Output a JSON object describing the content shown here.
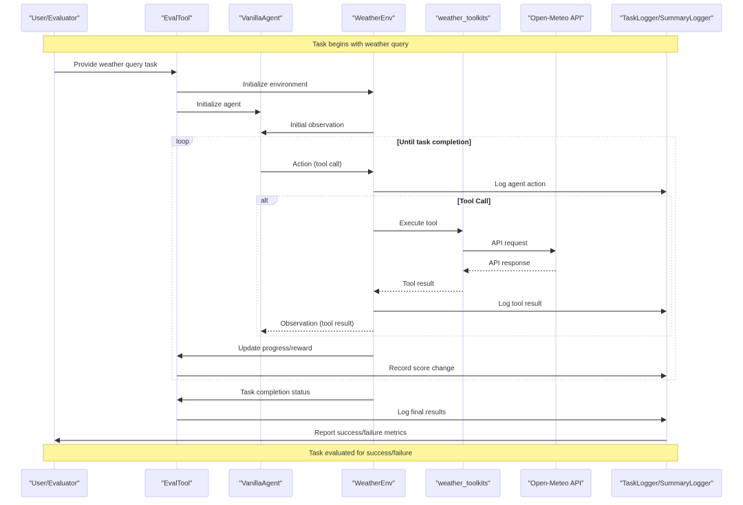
{
  "diagram": {
    "actors": [
      {
        "id": "user",
        "label": "\"User/Evaluator\""
      },
      {
        "id": "evaltool",
        "label": "\"EvalTool\""
      },
      {
        "id": "agent",
        "label": "\"VanillaAgent\""
      },
      {
        "id": "env",
        "label": "\"WeatherEnv\""
      },
      {
        "id": "toolkits",
        "label": "\"weather_toolkits\""
      },
      {
        "id": "api",
        "label": "\"Open-Meteo API\""
      },
      {
        "id": "logger",
        "label": "\"TaskLogger/SummaryLogger\""
      }
    ],
    "notes": [
      {
        "id": "start",
        "label": "Task begins with weather query"
      },
      {
        "id": "end",
        "label": "Task evaluated for success/failure"
      }
    ],
    "frames": [
      {
        "id": "loop",
        "kind": "loop",
        "condition": "[Until task completion]"
      },
      {
        "id": "alt",
        "kind": "alt",
        "condition": "[Tool Call]"
      }
    ],
    "messages": [
      {
        "from": "user",
        "to": "evaltool",
        "label": "Provide weather query task",
        "style": "solid"
      },
      {
        "from": "evaltool",
        "to": "env",
        "label": "Initialize environment",
        "style": "solid"
      },
      {
        "from": "evaltool",
        "to": "agent",
        "label": "Initialize agent",
        "style": "solid"
      },
      {
        "from": "env",
        "to": "agent",
        "label": "Initial observation",
        "style": "solid"
      },
      {
        "from": "agent",
        "to": "env",
        "label": "Action (tool call)",
        "style": "solid"
      },
      {
        "from": "env",
        "to": "logger",
        "label": "Log agent action",
        "style": "solid"
      },
      {
        "from": "env",
        "to": "toolkits",
        "label": "Execute tool",
        "style": "solid"
      },
      {
        "from": "toolkits",
        "to": "api",
        "label": "API request",
        "style": "solid"
      },
      {
        "from": "api",
        "to": "toolkits",
        "label": "API response",
        "style": "dashed"
      },
      {
        "from": "toolkits",
        "to": "env",
        "label": "Tool result",
        "style": "dashed"
      },
      {
        "from": "env",
        "to": "logger",
        "label": "Log tool result",
        "style": "solid"
      },
      {
        "from": "env",
        "to": "agent",
        "label": "Observation (tool result)",
        "style": "dashed"
      },
      {
        "from": "env",
        "to": "evaltool",
        "label": "Update progress/reward",
        "style": "solid"
      },
      {
        "from": "evaltool",
        "to": "logger",
        "label": "Record score change",
        "style": "solid"
      },
      {
        "from": "env",
        "to": "evaltool",
        "label": "Task completion status",
        "style": "solid"
      },
      {
        "from": "evaltool",
        "to": "logger",
        "label": "Log final results",
        "style": "solid"
      },
      {
        "from": "logger",
        "to": "user",
        "label": "Report success/failure metrics",
        "style": "solid"
      }
    ]
  }
}
